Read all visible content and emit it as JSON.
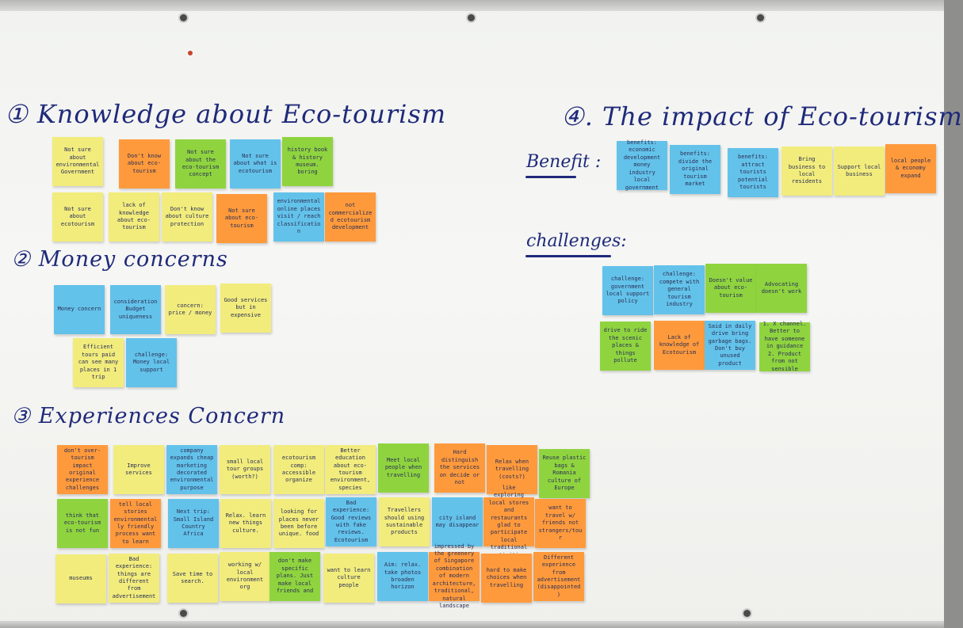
{
  "headings": {
    "section1": "① Knowledge about Eco-tourism",
    "section2": "② Money concerns",
    "section3": "③ Experiences Concern",
    "section4": "④. The impact of Eco-tourism",
    "benefit": "Benefit :",
    "challenges": "challenges:"
  },
  "notes": {
    "s1": [
      {
        "text": "Not sure about environmental Government",
        "color": "yellow"
      },
      {
        "text": "Don't know about eco-tourism",
        "color": "orange"
      },
      {
        "text": "Not sure about the eco-tourism concept",
        "color": "green"
      },
      {
        "text": "Not sure about what is ecotourism",
        "color": "blue"
      },
      {
        "text": "history book & history museum. boring",
        "color": "green"
      },
      {
        "text": "Not sure about ecotourism",
        "color": "yellow"
      },
      {
        "text": "lack of knowledge about eco-tourism",
        "color": "yellow"
      },
      {
        "text": "Don't know about culture protection",
        "color": "yellow"
      },
      {
        "text": "Not sure about eco-tourism",
        "color": "orange"
      },
      {
        "text": "environmental online places visit / reach classification",
        "color": "blue"
      },
      {
        "text": "not commercialized ecotourism development",
        "color": "orange"
      }
    ],
    "s2": [
      {
        "text": "Money concern",
        "color": "blue"
      },
      {
        "text": "consideration Budget uniqueness",
        "color": "blue"
      },
      {
        "text": "concern: price / money",
        "color": "yellow"
      },
      {
        "text": "Good services but in expensive",
        "color": "yellow"
      },
      {
        "text": "Efficient tours paid can see many places in 1 trip",
        "color": "yellow"
      },
      {
        "text": "challenge: Money local support",
        "color": "blue"
      }
    ],
    "s3": [
      {
        "text": "don't over-tourism impact original experience challenges",
        "color": "orange"
      },
      {
        "text": "Improve services",
        "color": "yellow"
      },
      {
        "text": "company expands cheap marketing decorated environmental purpose",
        "color": "blue"
      },
      {
        "text": "small local tour groups (worth?)",
        "color": "yellow"
      },
      {
        "text": "ecotourism comp: accessible organize",
        "color": "yellow"
      },
      {
        "text": "Better education about eco-tourism environment, species",
        "color": "yellow"
      },
      {
        "text": "Meet local people when travelling",
        "color": "green"
      },
      {
        "text": "Hard distinguish the services on decide or not",
        "color": "orange"
      },
      {
        "text": "Relax when travelling (costs?)",
        "color": "orange"
      },
      {
        "text": "Reuse plastic bags & Romania culture of Europe",
        "color": "green"
      },
      {
        "text": "think that eco-tourism is not fun",
        "color": "green"
      },
      {
        "text": "tell local stories environmentally friendly process want to learn",
        "color": "orange"
      },
      {
        "text": "Next trip: Small Island Country Africa",
        "color": "blue"
      },
      {
        "text": "Relax. learn new things culture.",
        "color": "yellow"
      },
      {
        "text": "looking for places never been before unique. food",
        "color": "yellow"
      },
      {
        "text": "Bad experience: Good reviews with fake reviews. Ecotourism",
        "color": "blue"
      },
      {
        "text": "Travellers should using sustainable products",
        "color": "yellow"
      },
      {
        "text": "city island may disappear",
        "color": "blue"
      },
      {
        "text": "like exploring local stores and restaurants glad to participate local traditional activities",
        "color": "orange"
      },
      {
        "text": "want to travel w/ friends not strangers/tour",
        "color": "orange"
      },
      {
        "text": "museums",
        "color": "yellow"
      },
      {
        "text": "Bad experience: things are different from advertisement",
        "color": "yellow"
      },
      {
        "text": "Save time to search.",
        "color": "yellow"
      },
      {
        "text": "working w/ local environment org",
        "color": "yellow"
      },
      {
        "text": "don't make specific plans. Just make local friends and",
        "color": "green"
      },
      {
        "text": "want to learn culture people",
        "color": "yellow"
      },
      {
        "text": "Aim: relax. take photos broaden horizon",
        "color": "blue"
      },
      {
        "text": "impressed by the greenery of Singapore combination of modern architecture, traditional, natural landscape",
        "color": "orange"
      },
      {
        "text": "hard to make choices when travelling",
        "color": "orange"
      },
      {
        "text": "Different experience from advertisement (disappointed)",
        "color": "orange"
      }
    ],
    "benefit": [
      {
        "text": "benefits: economic development money industry local government",
        "color": "blue"
      },
      {
        "text": "benefits: divide the original tourism market",
        "color": "blue"
      },
      {
        "text": "benefits: attract tourists potential tourists",
        "color": "blue"
      },
      {
        "text": "Bring business to local residents",
        "color": "yellow"
      },
      {
        "text": "Support local business",
        "color": "yellow"
      },
      {
        "text": "local people & economy expand",
        "color": "orange"
      }
    ],
    "challenges": [
      {
        "text": "challenge: government local support policy",
        "color": "blue"
      },
      {
        "text": "challenge: compete with general tourism industry",
        "color": "blue"
      },
      {
        "text": "Doesn't value about eco-tourism",
        "color": "green"
      },
      {
        "text": "Advocating doesn't work",
        "color": "green"
      },
      {
        "text": "drive to ride the scenic places & things pollute",
        "color": "green"
      },
      {
        "text": "Lack of knowledge of Ecotourism",
        "color": "orange"
      },
      {
        "text": "Said in daily drive bring garbage bags. Don't buy unused product",
        "color": "blue"
      },
      {
        "text": "1. X channel. Better to have someone in guidance 2. Product from not sensible",
        "color": "green"
      }
    ]
  }
}
